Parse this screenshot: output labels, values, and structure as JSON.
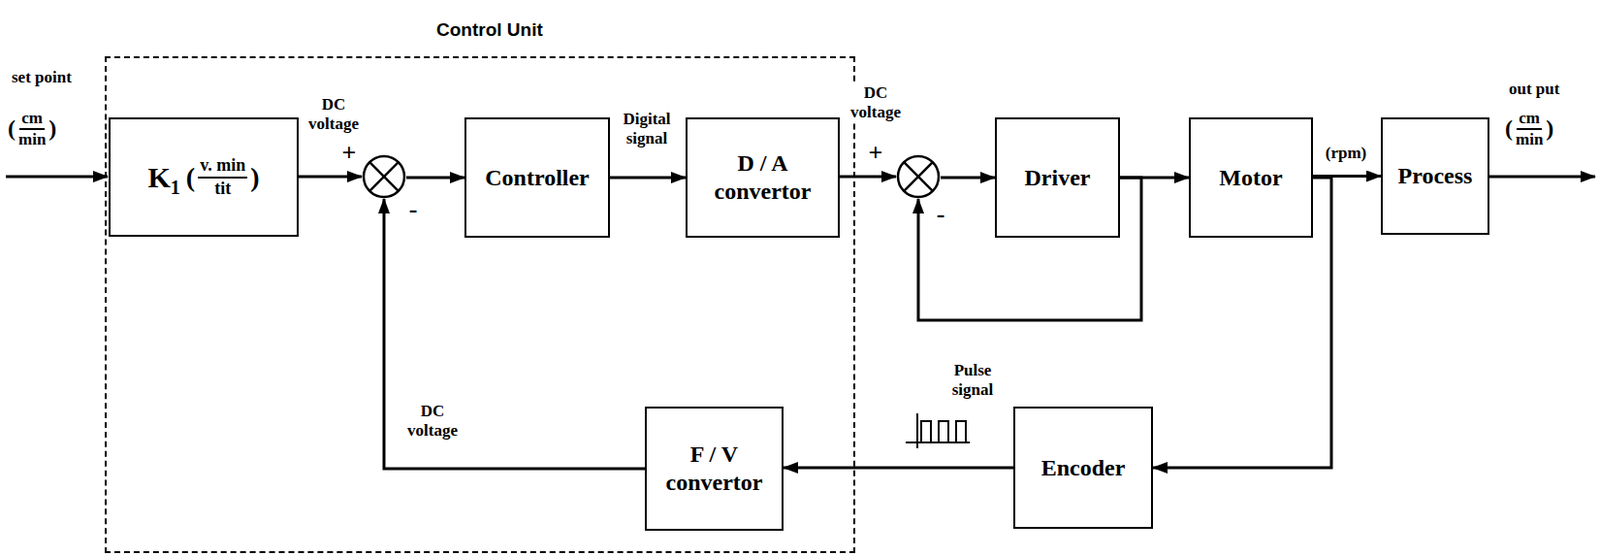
{
  "diagram": {
    "nodes": [
      {
        "text": [
          "Control Unit"
        ]
      },
      {
        "text": [
          "K",
          "1",
          "(",
          "v. min",
          "tit",
          ")"
        ],
        "in": 0
      },
      {
        "text": [
          "+",
          "-"
        ],
        "in": 0
      },
      {
        "text": [
          "Controller"
        ],
        "in": 0
      },
      {
        "text": [
          "D / A convertor"
        ],
        "in": 0
      },
      {
        "text": [
          "F / V convertor"
        ],
        "in": 0
      },
      {
        "text": [
          "+",
          "-"
        ]
      },
      {
        "text": [
          "Driver"
        ]
      },
      {
        "text": [
          "Motor"
        ]
      },
      {
        "text": [
          "Process"
        ]
      },
      {
        "text": [
          "Encoder"
        ]
      }
    ],
    "edges": [
      {
        "from": 1,
        "to": 2,
        "arrow": "to",
        "label": "DC voltage"
      },
      {
        "from": 2,
        "to": 3,
        "arrow": "to"
      },
      {
        "from": 3,
        "to": 4,
        "arrow": "to",
        "label": "Digital signal"
      },
      {
        "from": 4,
        "to": 6,
        "arrow": "to",
        "label": "DC voltage"
      },
      {
        "from": 6,
        "to": 7,
        "arrow": "to"
      },
      {
        "from": 7,
        "to": 8,
        "arrow": "to"
      },
      {
        "from": 7,
        "to": 6,
        "arrow": "to"
      },
      {
        "from": 8,
        "to": 9,
        "arrow": "to",
        "label": "(rpm)"
      },
      {
        "from": 8,
        "to": 10,
        "arrow": "to"
      },
      {
        "from": 10,
        "to": 5,
        "arrow": "to",
        "label": "Pulse signal"
      },
      {
        "from": 5,
        "to": 2,
        "arrow": "to",
        "label": "DC voltage"
      }
    ],
    "labels": [
      "set point",
      "(",
      "cm",
      "min",
      ")",
      "out put",
      "(",
      "cm",
      "min",
      ")"
    ]
  }
}
